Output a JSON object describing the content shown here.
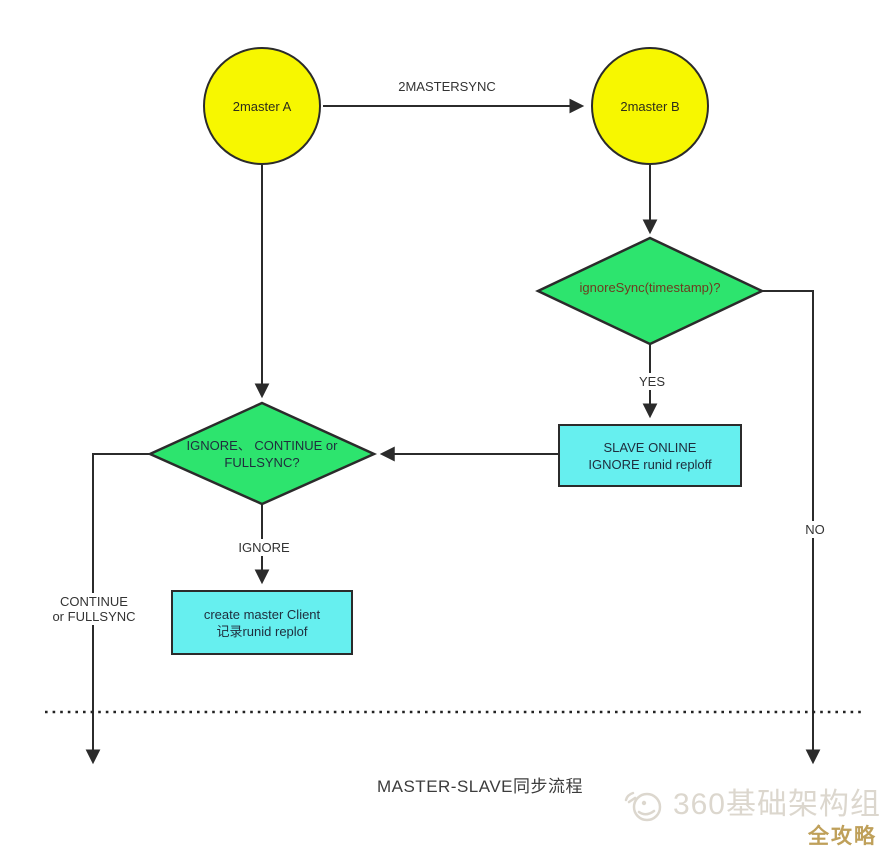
{
  "title": "MASTER-SLAVE同步流程",
  "colors": {
    "node_yellow": "#F7F700",
    "node_green": "#2DE46E",
    "node_cyan": "#66EFEF",
    "line_stroke": "#2B2B2B",
    "right_decision_text": "#6E3B1F",
    "watermark_gray": "#DCD7CE",
    "watermark_gold": "#BFA05A"
  },
  "nodes": {
    "master_a": {
      "label": "2master A"
    },
    "master_b": {
      "label": "2master B"
    },
    "ignore_sync_decision": {
      "label": "ignoreSync(timestamp)?"
    },
    "mode_decision": {
      "line1": "IGNORE、 CONTINUE or",
      "line2": "FULLSYNC?"
    },
    "slave_online_box": {
      "line1": "SLAVE ONLINE",
      "line2": "IGNORE runid reploff"
    },
    "create_master_box": {
      "line1": "create master Client",
      "line2": "记录runid replof"
    }
  },
  "edges": {
    "master_sync_label": "2MASTERSYNC",
    "yes_label": "YES",
    "ignore_label": "IGNORE",
    "no_label": "NO",
    "continue_line1": "CONTINUE",
    "continue_line2": "or FULLSYNC"
  },
  "watermark": {
    "icon": "mascot-face-icon",
    "brand": "360基础架构组",
    "sub": "全攻略"
  }
}
